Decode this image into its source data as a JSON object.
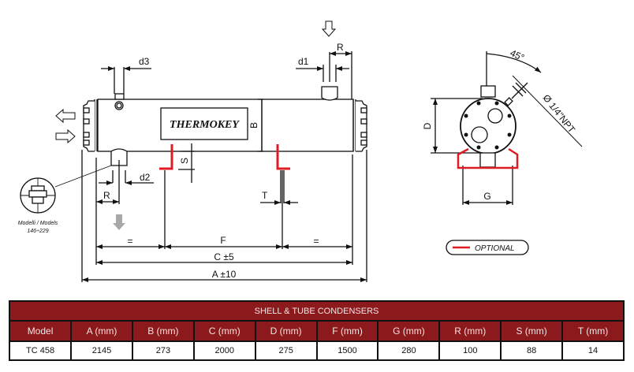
{
  "drawing": {
    "brand_label": "THERMOKEY",
    "dimension_labels": {
      "d1": "d1",
      "d2": "d2",
      "d3": "d3",
      "R_top": "R",
      "R_bottom": "R",
      "B": "B",
      "S": "S",
      "T": "T",
      "D": "D",
      "G": "G",
      "F": "F",
      "equal_left": "=",
      "equal_right": "=",
      "C": "C ±5",
      "A": "A ±10",
      "angle": "45°",
      "fitting": "Ø 1/4\"NPT"
    },
    "detail_caption_line1": "Modelli  /  Models",
    "detail_caption_line2": "146÷229",
    "legend": {
      "label": "OPTIONAL",
      "color": "#e01b24"
    },
    "icons": [
      "arrow-left-outline-icon",
      "arrow-right-outline-icon",
      "arrow-down-outline-icon",
      "arrow-down-grey-icon"
    ]
  },
  "table": {
    "title": "SHELL & TUBE CONDENSERS",
    "header_color": "#8c1a1c",
    "columns": [
      "Model",
      "A (mm)",
      "B (mm)",
      "C (mm)",
      "D (mm)",
      "F (mm)",
      "G (mm)",
      "R (mm)",
      "S (mm)",
      "T (mm)"
    ],
    "rows": [
      [
        "TC 458",
        "2145",
        "273",
        "2000",
        "275",
        "1500",
        "280",
        "100",
        "88",
        "14"
      ]
    ]
  }
}
